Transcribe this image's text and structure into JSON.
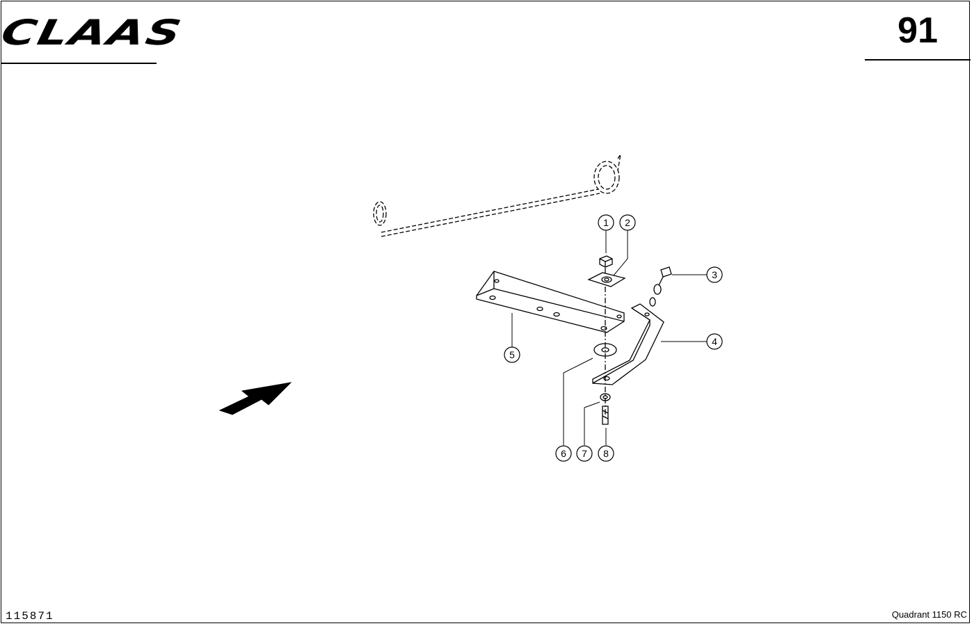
{
  "header": {
    "brand": "CLAAS",
    "page_number": "91"
  },
  "footer": {
    "drawing_id": "115871",
    "model": "Quadrant 1150 RC"
  },
  "callouts": {
    "c1": "1",
    "c2": "2",
    "c3": "3",
    "c4": "4",
    "c5": "5",
    "c6": "6",
    "c7": "7",
    "c8": "8"
  },
  "icons": {
    "direction_arrow": "arrow-icon",
    "logo": "claas-logo"
  }
}
